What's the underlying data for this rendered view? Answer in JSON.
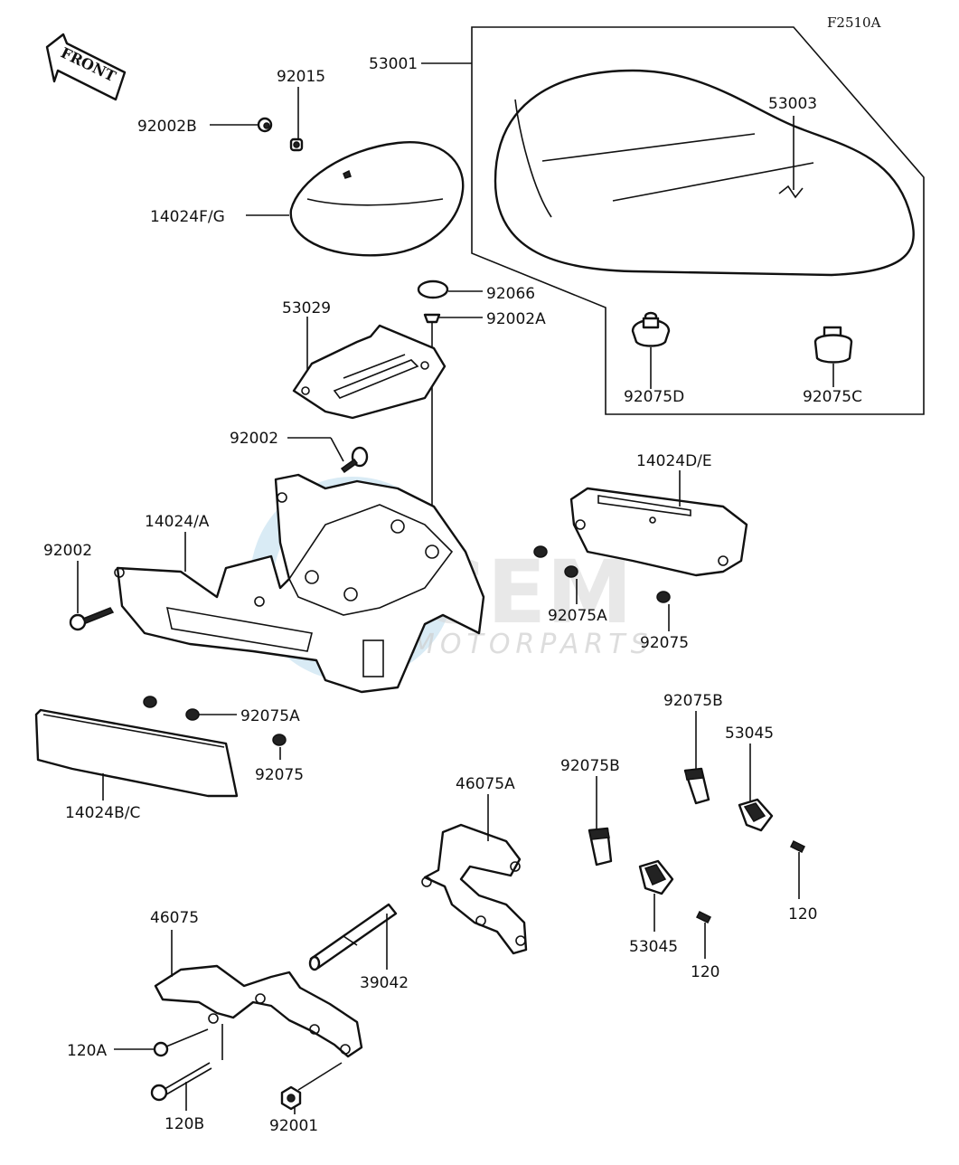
{
  "figure_code": "F2510A",
  "front_arrow_label": "FRONT",
  "watermark": {
    "brand": "GEM",
    "sub": "MOTORPARTS"
  },
  "callouts": {
    "p53001": "53001",
    "p53003": "53003",
    "p92015": "92015",
    "p92002B": "92002B",
    "p14024FG": "14024F/G",
    "p92066": "92066",
    "p92002A": "92002A",
    "p53029": "53029",
    "p92075D": "92075D",
    "p92075C": "92075C",
    "p92002_top": "92002",
    "p14024DE": "14024D/E",
    "p14024A": "14024/A",
    "p92002_left": "92002",
    "p92075A_right": "92075A",
    "p92075_right": "92075",
    "p92075A_left": "92075A",
    "p92075_left": "92075",
    "p14024BC": "14024B/C",
    "p92075B_top": "92075B",
    "p53045_top": "53045",
    "p92075B_mid": "92075B",
    "p46075A": "46075A",
    "p120_right": "120",
    "p53045_bottom": "53045",
    "p120_mid": "120",
    "p46075": "46075",
    "p39042": "39042",
    "p120A": "120A",
    "p120B": "120B",
    "p92001": "92001"
  }
}
